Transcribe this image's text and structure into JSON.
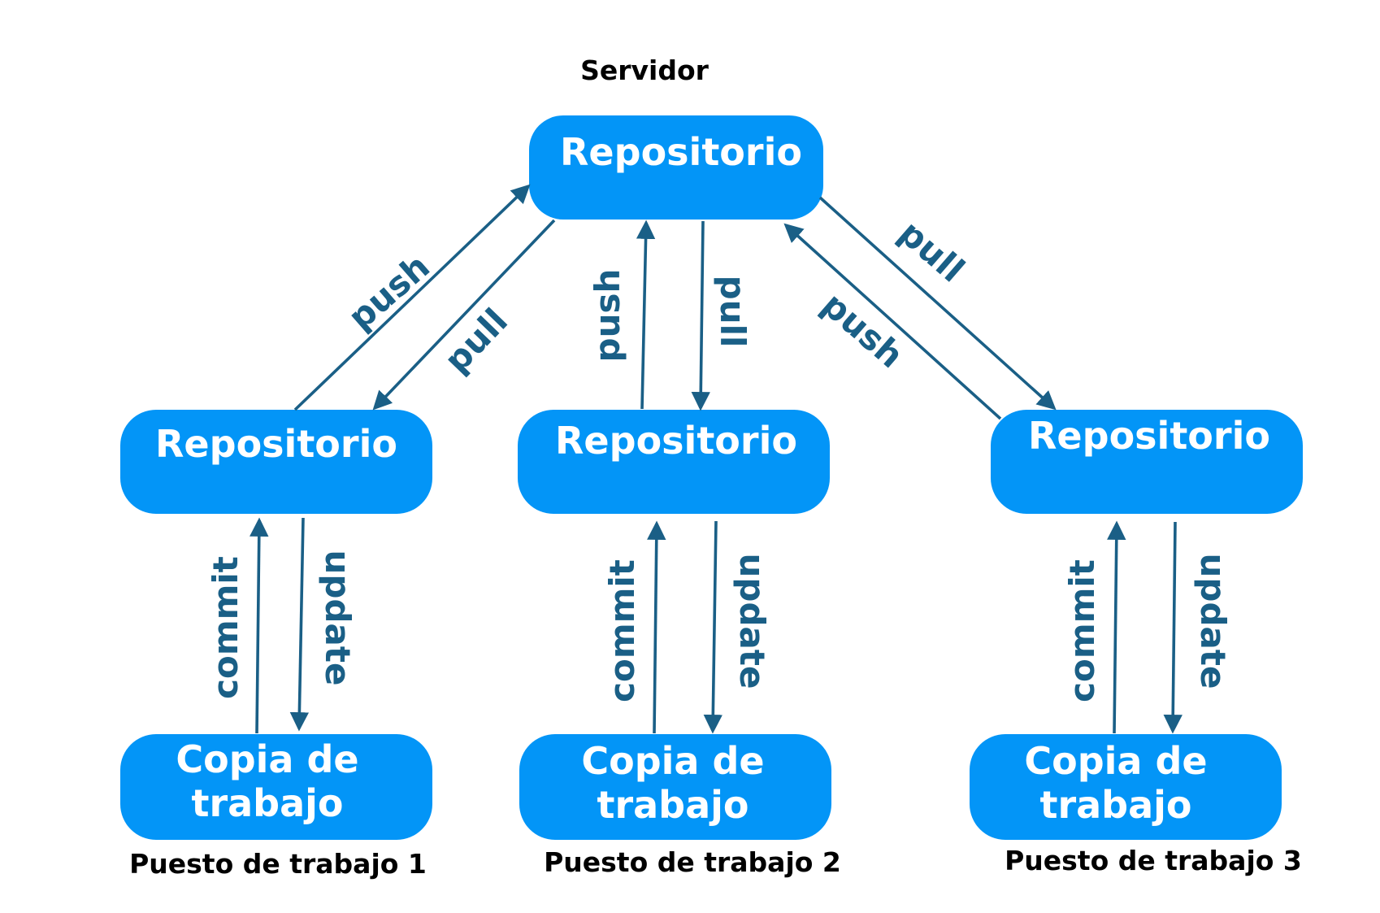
{
  "server_caption": "Servidor",
  "nodes": {
    "server_repo": "Repositorio",
    "ws1_repo": "Repositorio",
    "ws2_repo": "Repositorio",
    "ws3_repo": "Repositorio",
    "ws1_copy": [
      "Copia de",
      "trabajo"
    ],
    "ws2_copy": [
      "Copia de",
      "trabajo"
    ],
    "ws3_copy": [
      "Copia de",
      "trabajo"
    ]
  },
  "workstation_captions": [
    "Puesto de trabajo 1",
    "Puesto de trabajo 2",
    "Puesto de trabajo 3"
  ],
  "edges": {
    "push": "push",
    "pull": "pull",
    "commit": "commit",
    "update": "update"
  },
  "colors": {
    "node_fill": "#0395f7",
    "arrow": "#1a5f86",
    "node_text": "#ffffff",
    "caption": "#000000"
  }
}
